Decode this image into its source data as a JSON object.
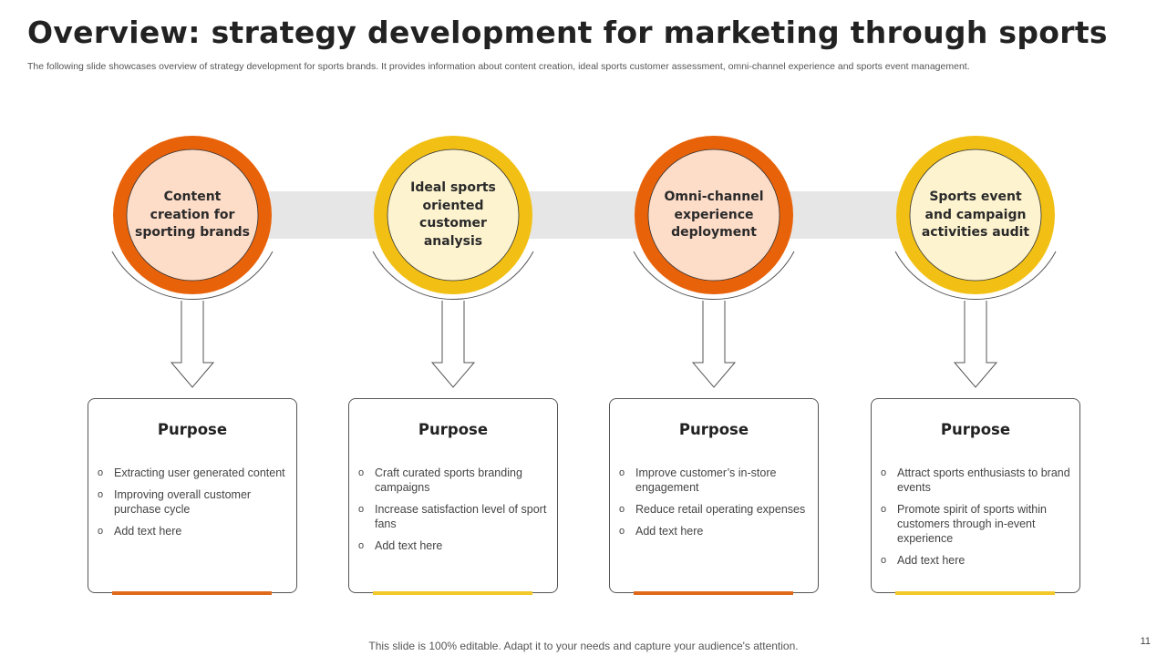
{
  "title": "Overview: strategy development for marketing through sports",
  "subtitle": "The following slide showcases overview of strategy development for sports brands. It provides information about content creation, ideal sports customer assessment, omni-channel experience and sports event management.",
  "colors": {
    "orange": "#E8620A",
    "orange_fill": "#FDDCC8",
    "yellow": "#F2C014",
    "yellow_fill": "#FDF3CF",
    "band": "#E6E6E6"
  },
  "steps": [
    {
      "label": "Content creation for sporting brands",
      "purpose_title": "Purpose",
      "bullets": [
        "Extracting user generated content",
        "Improving  overall customer purchase cycle",
        "Add text here"
      ]
    },
    {
      "label": "Ideal sports oriented customer analysis",
      "purpose_title": "Purpose",
      "bullets": [
        "Craft curated sports branding campaigns",
        "Increase satisfaction level of sport fans",
        "Add text here"
      ]
    },
    {
      "label": "Omni-channel experience deployment",
      "purpose_title": "Purpose",
      "bullets": [
        "Improve  customer’s in-store engagement",
        "Reduce retail operating expenses",
        "Add text here"
      ]
    },
    {
      "label": "Sports event and campaign activities audit",
      "purpose_title": "Purpose",
      "bullets": [
        "Attract sports enthusiasts to brand events",
        "Promote spirit of sports within customers through in-event  experience",
        "Add text here"
      ]
    }
  ],
  "footer": "This slide is 100% editable. Adapt it to your needs and capture your audience's attention.",
  "page_number": "11"
}
